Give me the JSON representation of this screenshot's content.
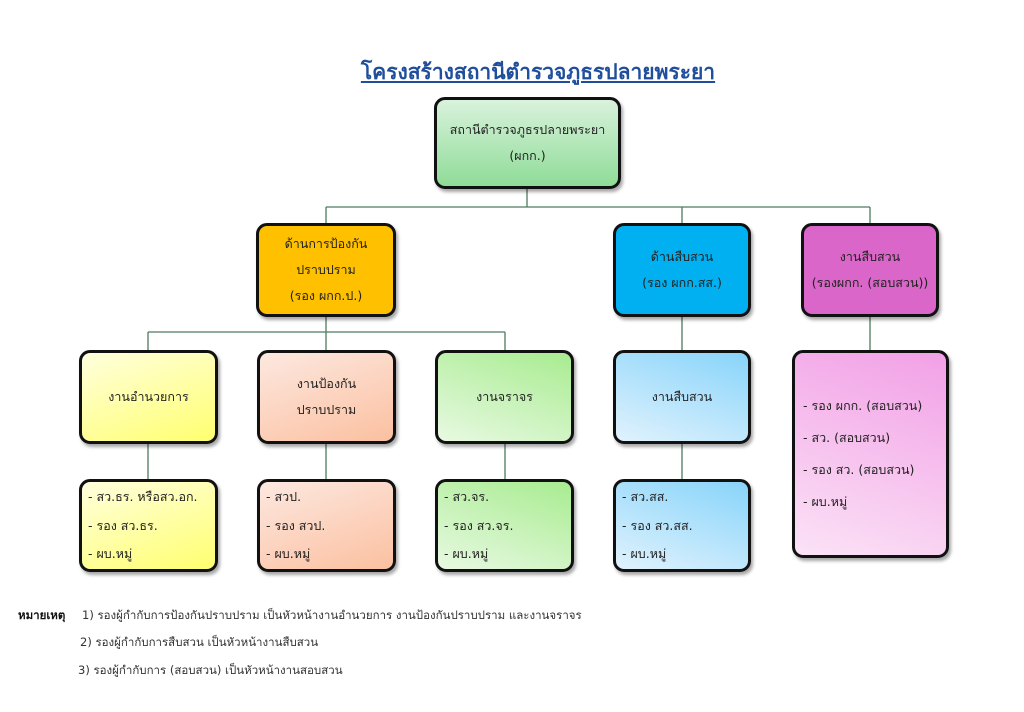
{
  "title": "โครงสร้างสถานีตำรวจภูธรปลายพระยา",
  "root": {
    "line1": "สถานีตำรวจภูธรปลายพระยา",
    "line2": "(ผกก.)"
  },
  "divisions": [
    {
      "line1": "ด้านการป้องกัน",
      "line2": "ปราบปราม",
      "line3": "(รอง ผกก.ป.)",
      "color": "#ffc000"
    },
    {
      "line1": "ด้านสืบสวน",
      "line2": "(รอง ผกก.สส.)",
      "color": "#00b0f0"
    },
    {
      "line1": "งานสืบสวน",
      "line2": "(รองผกก. (สอบสวน))",
      "color": "#d966c8"
    }
  ],
  "units": [
    {
      "line1": "งานอำนวยการ",
      "items": [
        "- สว.ธร. หรือสว.อก.",
        "- รอง สว.ธร.",
        "- ผบ.หมู่"
      ]
    },
    {
      "line1": "งานป้องกัน",
      "line2": "ปราบปราม",
      "items": [
        "- สวป.",
        "- รอง สวป.",
        "- ผบ.หมู่"
      ]
    },
    {
      "line1": "งานจราจร",
      "items": [
        "- สว.จร.",
        "- รอง สว.จร.",
        "- ผบ.หมู่"
      ]
    },
    {
      "line1": "งานสืบสวน",
      "items": [
        "- สว.สส.",
        "- รอง สว.สส.",
        "- ผบ.หมู่"
      ]
    }
  ],
  "investigation_list": [
    "- รอง ผกก. (สอบสวน)",
    "- สว. (สอบสวน)",
    "- รอง สว. (สอบสวน)",
    "- ผบ.หมู่"
  ],
  "notes": {
    "label": "หมายเหตุ",
    "items": [
      "1) รองผู้กำกับการป้องกันปราบปราม เป็นหัวหน้างานอำนวยการ งานป้องกันปราบปราม และงานจราจร",
      "2) รองผู้กำกับการสืบสวน เป็นหัวหน้างานสืบสวน",
      "3) รองผู้กำกับการ (สอบสวน) เป็นหัวหน้างานสอบสวน"
    ]
  }
}
